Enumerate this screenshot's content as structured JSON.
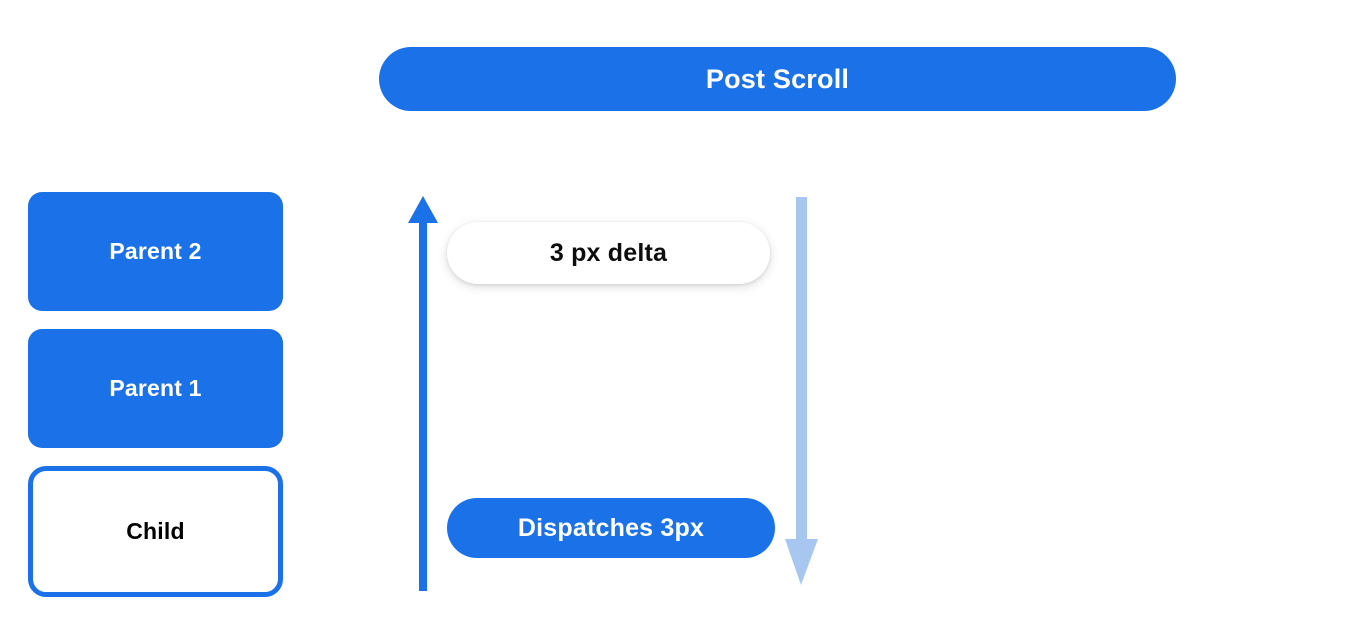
{
  "header": {
    "title": "Post Scroll"
  },
  "stack": {
    "items": [
      {
        "label": "Parent 2",
        "style": "filled"
      },
      {
        "label": "Parent 1",
        "style": "filled"
      },
      {
        "label": "Child",
        "style": "outlined"
      }
    ]
  },
  "annotations": {
    "delta_pill": "3 px delta",
    "dispatch_pill": "Dispatches 3px"
  },
  "arrows": {
    "scroll_up": {
      "name": "up-arrow-icon",
      "direction": "up"
    },
    "scroll_down": {
      "name": "down-arrow-icon",
      "direction": "down"
    }
  },
  "colors": {
    "brand_blue": "#1b72e8",
    "light_blue": "#a8c7f0",
    "background": "#ffffff",
    "text_dark": "#0d0d0d",
    "text_light": "#ffffff"
  }
}
